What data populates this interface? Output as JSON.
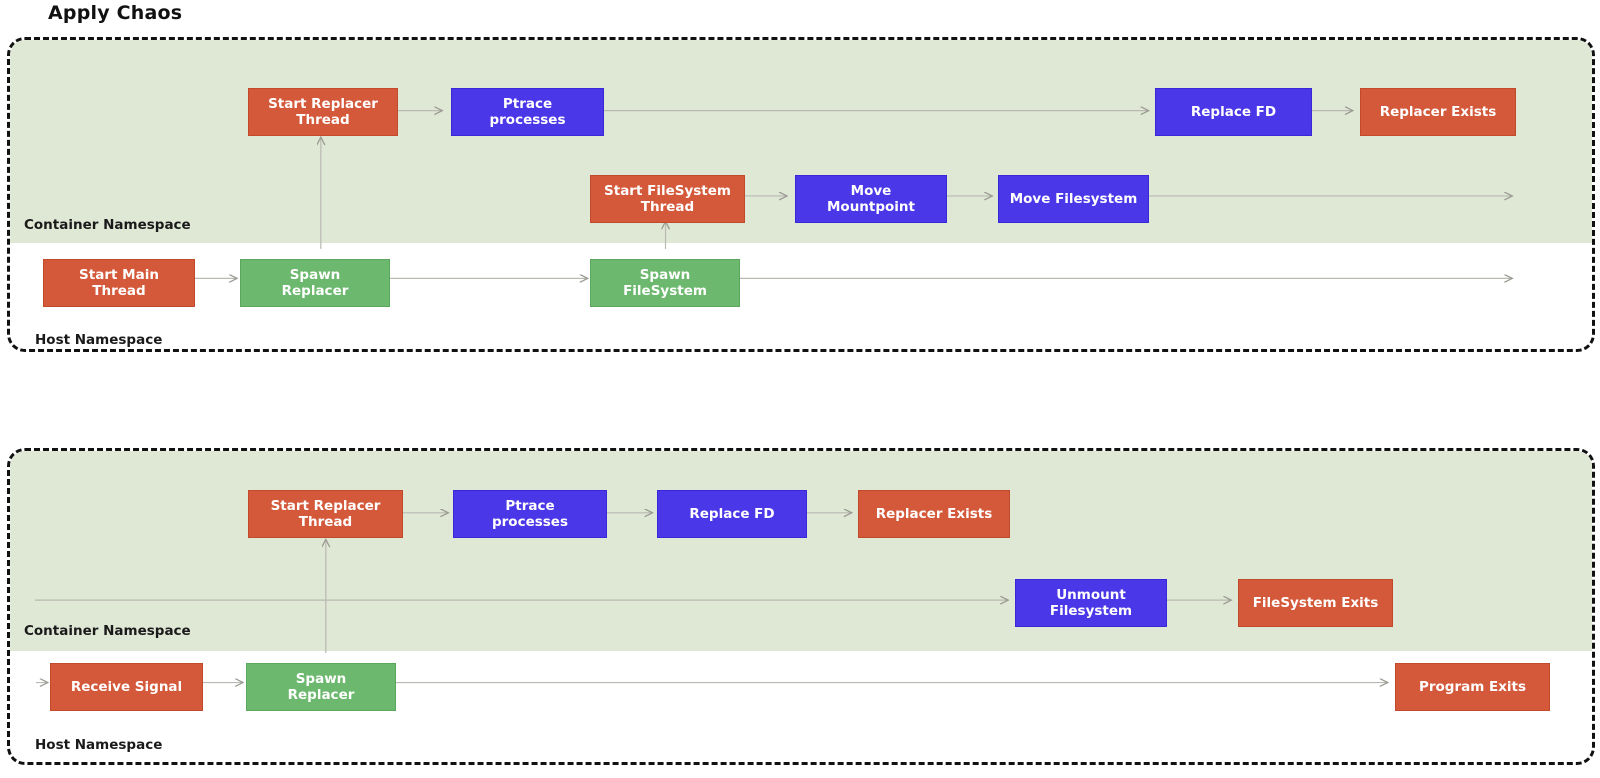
{
  "title": "Apply Chaos",
  "colors": {
    "orange": "#d4593a",
    "blue": "#4a37e8",
    "green": "#6cb86e",
    "container_band": "#dfe7d5",
    "panel_border": "#111111",
    "arrow": "#9a9a93",
    "text_on_node": "#ffffff",
    "label_text": "#1a1a1a"
  },
  "panels": [
    {
      "id": "panel-apply-chaos",
      "container_label": "Container Namespace",
      "host_label": "Host Namespace",
      "nodes": [
        {
          "id": "p1-start-replacer-thread",
          "label": "Start Replacer\nThread",
          "color": "orange",
          "lane": "container"
        },
        {
          "id": "p1-ptrace-processes",
          "label": "Ptrace\nprocesses",
          "color": "blue",
          "lane": "container"
        },
        {
          "id": "p1-replace-fd",
          "label": "Replace FD",
          "color": "blue",
          "lane": "container"
        },
        {
          "id": "p1-replacer-exists",
          "label": "Replacer Exists",
          "color": "orange",
          "lane": "container"
        },
        {
          "id": "p1-start-filesystem-thread",
          "label": "Start FileSystem\nThread",
          "color": "orange",
          "lane": "container"
        },
        {
          "id": "p1-move-mountpoint",
          "label": "Move\nMountpoint",
          "color": "blue",
          "lane": "container"
        },
        {
          "id": "p1-move-filesystem",
          "label": "Move Filesystem",
          "color": "blue",
          "lane": "container"
        },
        {
          "id": "p1-start-main-thread",
          "label": "Start Main\nThread",
          "color": "orange",
          "lane": "host"
        },
        {
          "id": "p1-spawn-replacer",
          "label": "Spawn\nReplacer",
          "color": "green",
          "lane": "host"
        },
        {
          "id": "p1-spawn-filesystem",
          "label": "Spawn\nFileSystem",
          "color": "green",
          "lane": "host"
        }
      ],
      "edges": [
        {
          "from": "p1-start-replacer-thread",
          "to": "p1-ptrace-processes"
        },
        {
          "from": "p1-ptrace-processes",
          "to": "p1-replace-fd"
        },
        {
          "from": "p1-replace-fd",
          "to": "p1-replacer-exists"
        },
        {
          "from": "p1-start-filesystem-thread",
          "to": "p1-move-mountpoint"
        },
        {
          "from": "p1-move-mountpoint",
          "to": "p1-move-filesystem"
        },
        {
          "from": "p1-move-filesystem",
          "to": "edge-right"
        },
        {
          "from": "p1-start-main-thread",
          "to": "p1-spawn-replacer"
        },
        {
          "from": "p1-spawn-replacer",
          "to": "p1-spawn-filesystem"
        },
        {
          "from": "p1-spawn-filesystem",
          "to": "edge-right"
        },
        {
          "from": "p1-spawn-replacer",
          "to": "p1-start-replacer-thread"
        },
        {
          "from": "p1-spawn-filesystem",
          "to": "p1-start-filesystem-thread"
        }
      ]
    },
    {
      "id": "panel-recover",
      "container_label": "Container Namespace",
      "host_label": "Host Namespace",
      "nodes": [
        {
          "id": "p2-start-replacer-thread",
          "label": "Start Replacer\nThread",
          "color": "orange",
          "lane": "container"
        },
        {
          "id": "p2-ptrace-processes",
          "label": "Ptrace\nprocesses",
          "color": "blue",
          "lane": "container"
        },
        {
          "id": "p2-replace-fd",
          "label": "Replace FD",
          "color": "blue",
          "lane": "container"
        },
        {
          "id": "p2-replacer-exists",
          "label": "Replacer Exists",
          "color": "orange",
          "lane": "container"
        },
        {
          "id": "p2-unmount-filesystem",
          "label": "Unmount\nFilesystem",
          "color": "blue",
          "lane": "container"
        },
        {
          "id": "p2-filesystem-exits",
          "label": "FileSystem Exits",
          "color": "orange",
          "lane": "container"
        },
        {
          "id": "p2-receive-signal",
          "label": "Receive Signal",
          "color": "orange",
          "lane": "host"
        },
        {
          "id": "p2-spawn-replacer",
          "label": "Spawn\nReplacer",
          "color": "green",
          "lane": "host"
        },
        {
          "id": "p2-program-exits",
          "label": "Program Exits",
          "color": "orange",
          "lane": "host"
        }
      ],
      "edges": [
        {
          "from": "p2-start-replacer-thread",
          "to": "p2-ptrace-processes"
        },
        {
          "from": "p2-ptrace-processes",
          "to": "p2-replace-fd"
        },
        {
          "from": "p2-replace-fd",
          "to": "p2-replacer-exists"
        },
        {
          "from": "edge-left",
          "to": "p2-unmount-filesystem"
        },
        {
          "from": "p2-unmount-filesystem",
          "to": "p2-filesystem-exits"
        },
        {
          "from": "edge-left",
          "to": "p2-receive-signal"
        },
        {
          "from": "p2-receive-signal",
          "to": "p2-spawn-replacer"
        },
        {
          "from": "p2-spawn-replacer",
          "to": "p2-program-exits"
        },
        {
          "from": "p2-spawn-replacer",
          "to": "p2-start-replacer-thread"
        }
      ]
    }
  ]
}
